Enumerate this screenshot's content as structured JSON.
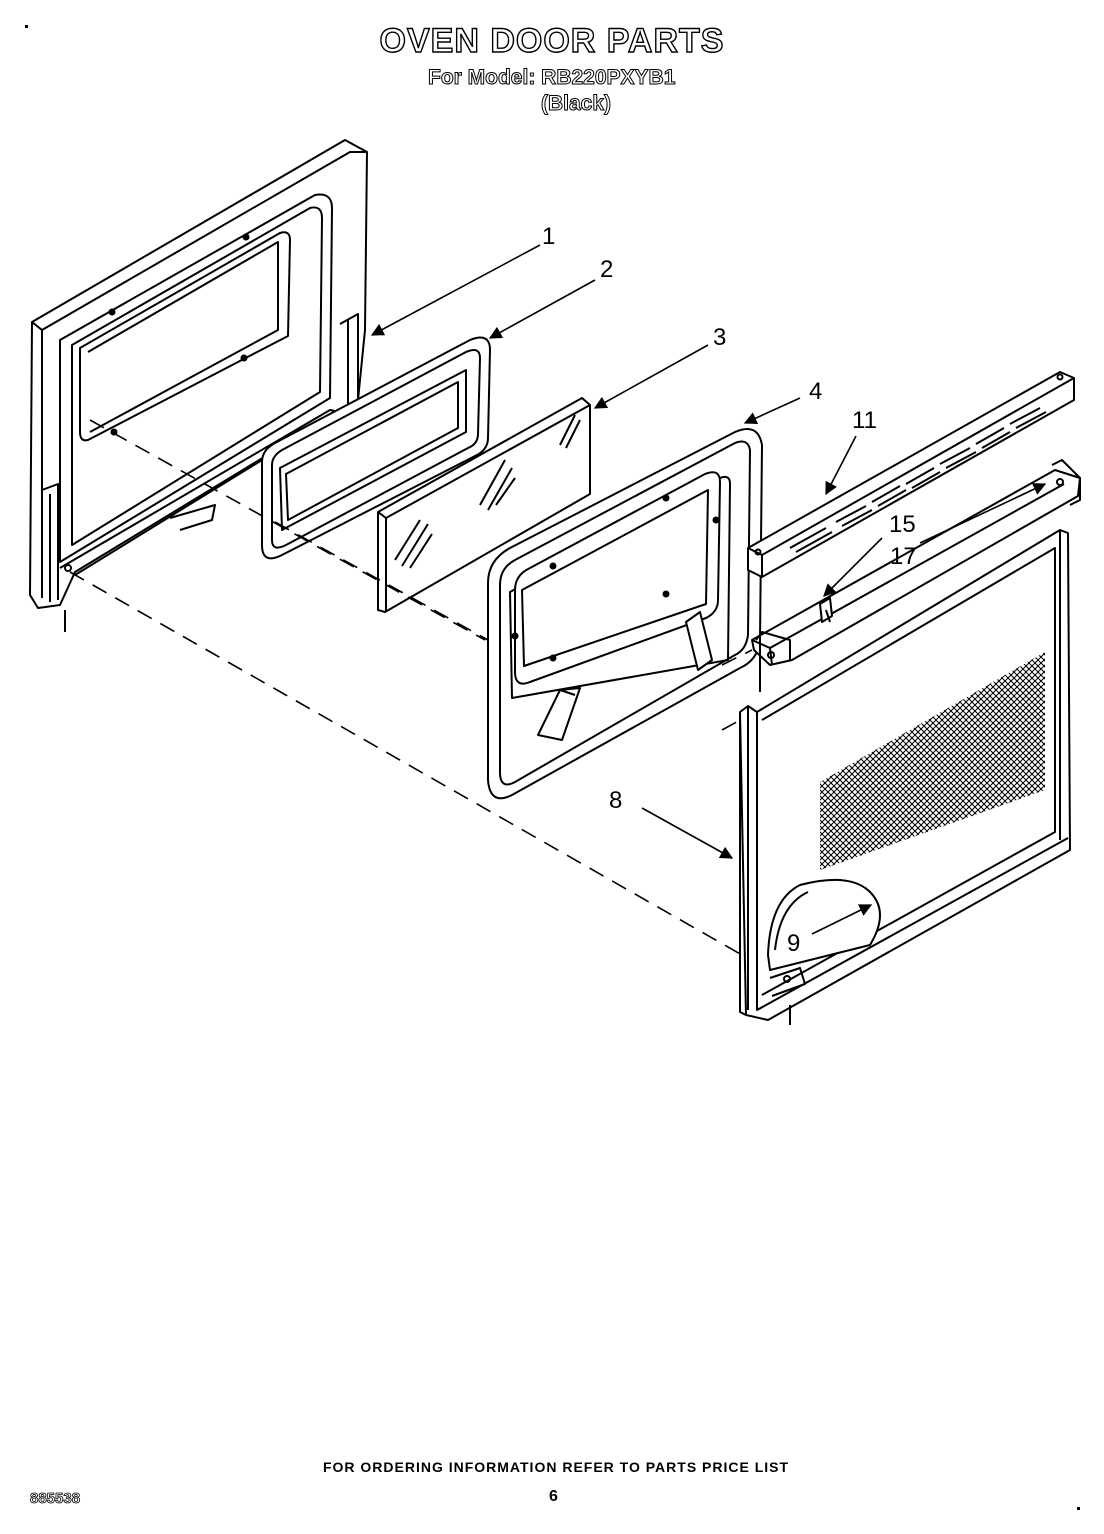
{
  "header": {
    "title": "OVEN DOOR PARTS",
    "model_line": "For Model: RB220PXYB1",
    "color_line": "(Black)"
  },
  "callouts": {
    "c1": "1",
    "c2": "2",
    "c3": "3",
    "c4": "4",
    "c8": "8",
    "c9": "9",
    "c11": "11",
    "c15": "15",
    "c17": "17"
  },
  "footer": {
    "ordering_note": "FOR ORDERING INFORMATION REFER TO PARTS PRICE LIST",
    "document_number": "885538",
    "page_number": "6"
  }
}
